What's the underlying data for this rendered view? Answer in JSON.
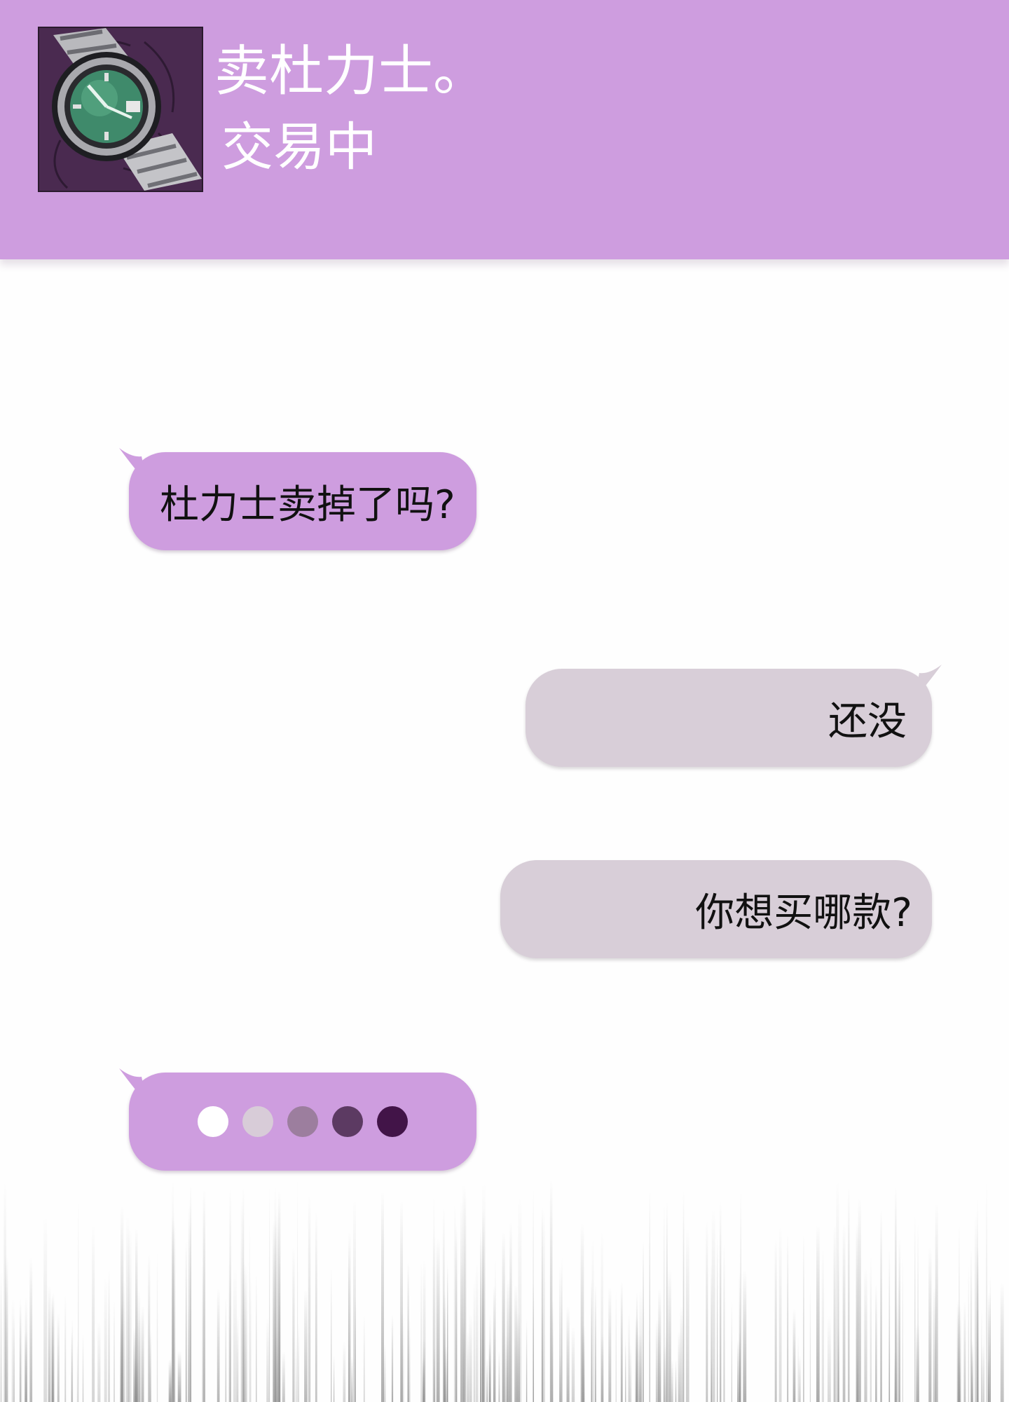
{
  "header": {
    "title": "卖杜力士。",
    "status": "交易中",
    "background_color": "#ce9ddf",
    "avatar_icon": "watch-icon"
  },
  "messages": [
    {
      "side": "incoming",
      "text": "杜力士卖掉了吗?"
    },
    {
      "side": "outgoing",
      "text": "还没"
    },
    {
      "side": "outgoing",
      "text": "你想买哪款?"
    },
    {
      "side": "incoming",
      "typing": true
    }
  ],
  "typing_indicator": {
    "dot_colors": [
      "#ffffff",
      "#d8ccd8",
      "#9c7e9e",
      "#5c3a62",
      "#421448"
    ]
  },
  "colors": {
    "incoming_bubble": "#ce9ddf",
    "outgoing_bubble": "#d8ced8"
  }
}
